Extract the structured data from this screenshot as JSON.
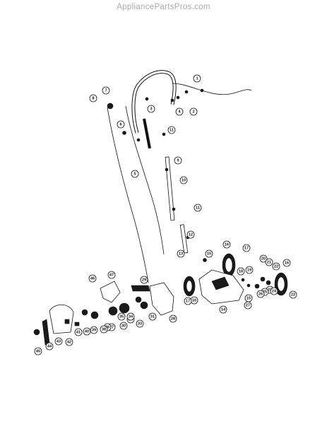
{
  "watermark": "AppliancePartsPros.com",
  "callouts": [
    {
      "id": "c1",
      "label": "1"
    },
    {
      "id": "c2",
      "label": "2"
    },
    {
      "id": "c3",
      "label": "3"
    },
    {
      "id": "c4",
      "label": "4"
    },
    {
      "id": "c5",
      "label": "5"
    },
    {
      "id": "c6",
      "label": "6"
    },
    {
      "id": "c7",
      "label": "7"
    },
    {
      "id": "c8",
      "label": "8"
    },
    {
      "id": "c9",
      "label": "9"
    },
    {
      "id": "c10",
      "label": "10"
    },
    {
      "id": "c11a",
      "label": "11"
    },
    {
      "id": "c11b",
      "label": "11"
    },
    {
      "id": "c12",
      "label": "12"
    },
    {
      "id": "c13",
      "label": "13"
    },
    {
      "id": "c14",
      "label": "14"
    },
    {
      "id": "c15a",
      "label": "15"
    },
    {
      "id": "c15b",
      "label": "15"
    },
    {
      "id": "c16a",
      "label": "16"
    },
    {
      "id": "c16b",
      "label": "16"
    },
    {
      "id": "c16c",
      "label": "16"
    },
    {
      "id": "c17a",
      "label": "17"
    },
    {
      "id": "c17b",
      "label": "17"
    },
    {
      "id": "c18",
      "label": "18"
    },
    {
      "id": "c19",
      "label": "19"
    },
    {
      "id": "c20",
      "label": "20"
    },
    {
      "id": "c21",
      "label": "21"
    },
    {
      "id": "c22a",
      "label": "22"
    },
    {
      "id": "c22b",
      "label": "22"
    },
    {
      "id": "c23",
      "label": "23"
    },
    {
      "id": "c24a",
      "label": "24"
    },
    {
      "id": "c24b",
      "label": "24"
    },
    {
      "id": "c25",
      "label": "25"
    },
    {
      "id": "c26",
      "label": "26"
    },
    {
      "id": "c27a",
      "label": "27"
    },
    {
      "id": "c27b",
      "label": "27"
    },
    {
      "id": "c28",
      "label": "28"
    },
    {
      "id": "c29",
      "label": "29"
    },
    {
      "id": "c30",
      "label": "30"
    },
    {
      "id": "c31",
      "label": "31"
    },
    {
      "id": "c33",
      "label": "33"
    },
    {
      "id": "c34",
      "label": "34"
    },
    {
      "id": "c35",
      "label": "35"
    },
    {
      "id": "c36",
      "label": "36"
    },
    {
      "id": "c38",
      "label": "38"
    },
    {
      "id": "c39",
      "label": "39"
    },
    {
      "id": "c40",
      "label": "40"
    },
    {
      "id": "c41",
      "label": "41"
    },
    {
      "id": "c42",
      "label": "42"
    },
    {
      "id": "c43",
      "label": "43"
    },
    {
      "id": "c44",
      "label": "44"
    },
    {
      "id": "c45",
      "label": "45"
    },
    {
      "id": "c46",
      "label": "46"
    },
    {
      "id": "c47",
      "label": "47"
    }
  ]
}
